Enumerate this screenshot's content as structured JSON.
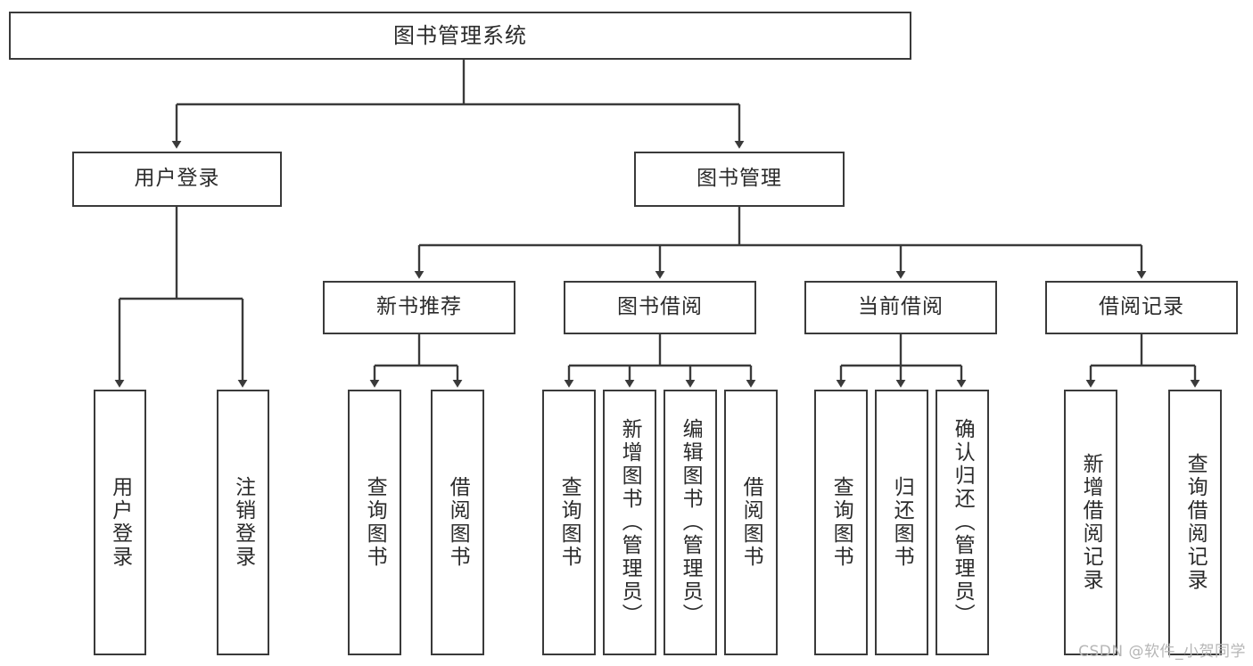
{
  "diagram": {
    "type": "tree-hierarchy",
    "title": "图书管理系统",
    "root": {
      "label": "图书管理系统"
    },
    "level2": [
      {
        "label": "用户登录"
      },
      {
        "label": "图书管理"
      }
    ],
    "level3": [
      {
        "label": "新书推荐"
      },
      {
        "label": "图书借阅"
      },
      {
        "label": "当前借阅"
      },
      {
        "label": "借阅记录"
      }
    ],
    "leaves": {
      "user_login": [
        {
          "label": "用户登录"
        },
        {
          "label": "注销登录"
        }
      ],
      "new_book_recommend": [
        {
          "label": "查询图书"
        },
        {
          "label": "借阅图书"
        }
      ],
      "book_borrow": [
        {
          "label": "查询图书"
        },
        {
          "label": "新增图书（管理员）"
        },
        {
          "label": "编辑图书（管理员）"
        },
        {
          "label": "借阅图书"
        }
      ],
      "current_borrow": [
        {
          "label": "查询图书"
        },
        {
          "label": "归还图书"
        },
        {
          "label": "确认归还（管理员）"
        }
      ],
      "borrow_record": [
        {
          "label": "新增借阅记录"
        },
        {
          "label": "查询借阅记录"
        }
      ]
    }
  },
  "watermark": {
    "text": "CSDN @软件_小贺同学"
  },
  "colors": {
    "box_border": "#3a3a3a",
    "box_fill": "#ffffff",
    "line": "#3a3a3a",
    "text": "#2b2b2b",
    "watermark": "#b6b6b6"
  }
}
